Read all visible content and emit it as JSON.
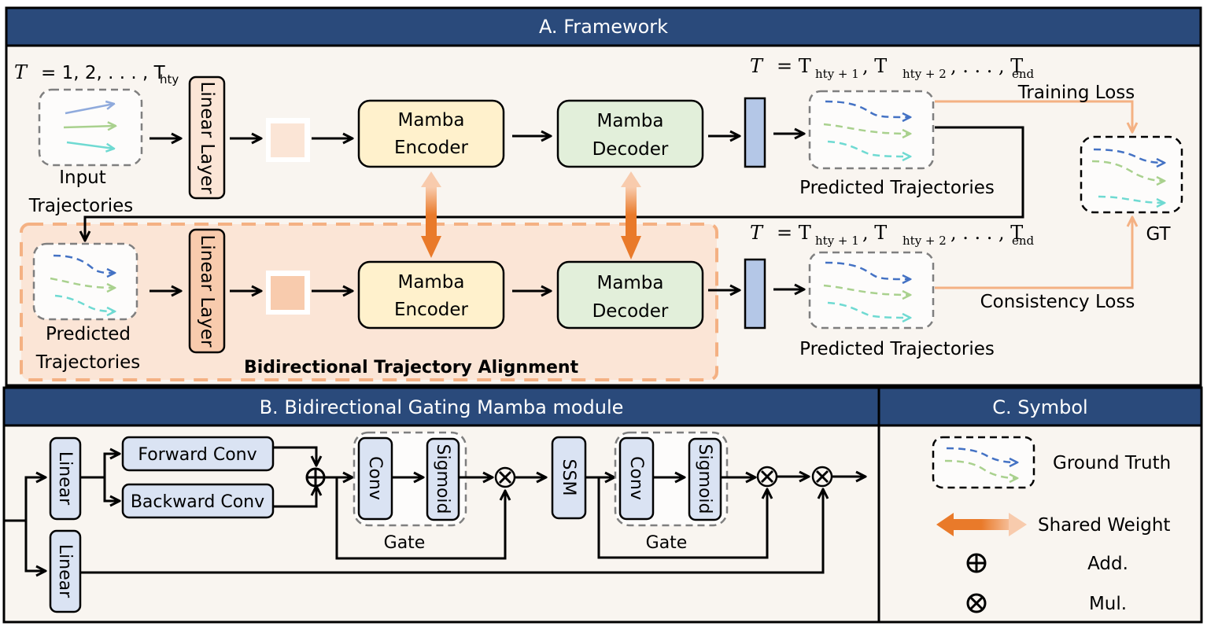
{
  "colors": {
    "header_bg": "#2a4a7b",
    "panel_bg": "#f9f5f0",
    "alignment_bg": "#fbe5d6",
    "alignment_border": "#f4b183",
    "encoder_fill": "#fff1cc",
    "decoder_fill": "#e2efda",
    "linear_layer_top_fill": "#fbe5d6",
    "linear_layer_bottom_fill": "#f8cbad",
    "output_bar_fill": "#b4c7e7",
    "module_block_fill": "#dae3f3",
    "loss_line": "#f4b183",
    "shared_weight": "#e97a2a",
    "traj_blue": "#4472c4",
    "traj_green": "#a9d18e",
    "traj_cyan": "#6fdad2"
  },
  "section_a": {
    "title": "A. Framework",
    "top_row": {
      "time_label_var": "T",
      "time_label_eq": "= 1, 2, . . . , T",
      "time_label_sub": "hty",
      "input_label_line1": "Input",
      "input_label_line2": "Trajectories",
      "linear_layer": "Linear Layer",
      "encoder_line1": "Mamba",
      "encoder_line2": "Encoder",
      "decoder_line1": "Mamba",
      "decoder_line2": "Decoder",
      "output_time_var": "T",
      "output_time_eq": "= T",
      "output_time_sub1": "hty + 1",
      "output_time_mid": ", T",
      "output_time_sub2": "hty + 2",
      "output_time_rest": ", . . . , T",
      "output_time_sub3": "end",
      "predicted_label": "Predicted Trajectories",
      "training_loss": "Training Loss"
    },
    "bottom_row": {
      "predicted_label_line1": "Predicted",
      "predicted_label_line2": "Trajectories",
      "linear_layer": "Linear Layer",
      "encoder_line1": "Mamba",
      "encoder_line2": "Encoder",
      "decoder_line1": "Mamba",
      "decoder_line2": "Decoder",
      "alignment_title": "Bidirectional Trajectory Alignment",
      "output_time_var": "T",
      "output_time_eq": "= T",
      "output_time_sub1": "hty + 1",
      "output_time_mid": ", T",
      "output_time_sub2": "hty + 2",
      "output_time_rest": ", . . . , T",
      "output_time_sub3": "end",
      "predicted_label": "Predicted Trajectories",
      "consistency_loss": "Consistency Loss"
    },
    "gt_label": "GT"
  },
  "section_b": {
    "title": "B. Bidirectional Gating Mamba module",
    "linear_top": "Linear",
    "linear_bottom": "Linear",
    "forward_conv": "Forward Conv",
    "backward_conv": "Backward Conv",
    "gate1_conv": "Conv",
    "gate1_sigmoid": "Sigmoid",
    "gate1_label": "Gate",
    "ssm": "SSM",
    "gate2_conv": "Conv",
    "gate2_sigmoid": "Sigmoid",
    "gate2_label": "Gate"
  },
  "section_c": {
    "title": "C. Symbol",
    "items": [
      {
        "icon": "ground-truth-icon",
        "label": "Ground Truth"
      },
      {
        "icon": "shared-weight-icon",
        "label": "Shared Weight"
      },
      {
        "icon": "add-icon",
        "label": "Add."
      },
      {
        "icon": "mul-icon",
        "label": "Mul."
      }
    ]
  }
}
